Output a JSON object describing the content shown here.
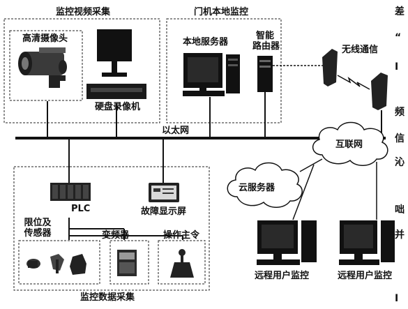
{
  "groups": {
    "video_capture": "监控视频采集",
    "door_local": "门机本地监控",
    "data_capture": "监控数据采集"
  },
  "devices": {
    "hd_camera": "高清摄像头",
    "dvr": "硬盘录像机",
    "local_server": "本地服务器",
    "smart_router_line1": "智能",
    "smart_router_line2": "路由器",
    "wireless": "无线通信",
    "ethernet": "以太网",
    "internet": "互联网",
    "cloud_server": "云服务器",
    "plc": "PLC",
    "fault_display": "故障显示屏",
    "limit_sensor_line1": "限位及",
    "limit_sensor_line2": "传感器",
    "inverter": "变频器",
    "master_switch": "操作主令",
    "remote_user_1": "远程用户监控",
    "remote_user_2": "远程用户监控"
  },
  "margin_text": [
    "差",
    "“",
    "I",
    "频",
    "信",
    "沁",
    "咄",
    "并",
    "I"
  ]
}
